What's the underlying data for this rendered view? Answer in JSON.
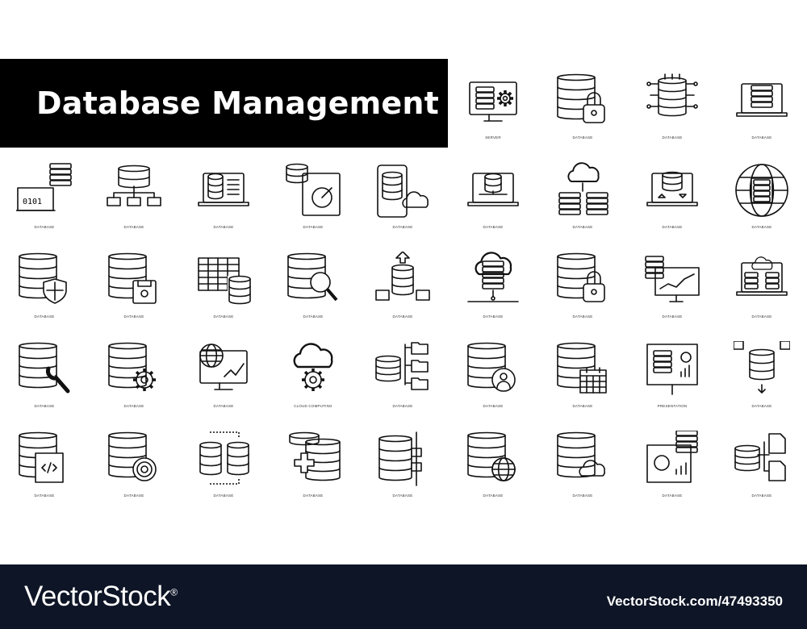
{
  "title": "Database Management",
  "footer": {
    "brand": "VectorStock",
    "registered": "®",
    "image_id": "VectorStock.com/47493350"
  },
  "colors": {
    "title_bg": "#000000",
    "footer_bg": "#0e1526",
    "stroke": "#111111"
  },
  "rows": [
    [
      {
        "label": "SERVER",
        "icon": "server-monitor-gear"
      },
      {
        "label": "DATABASE",
        "icon": "database-lock"
      },
      {
        "label": "DATABASE",
        "icon": "database-circuit"
      },
      {
        "label": "DATABASE",
        "icon": "database-laptop"
      }
    ],
    [
      {
        "label": "DATABASE",
        "icon": "database-binary-laptop"
      },
      {
        "label": "DATABASE",
        "icon": "database-hierarchy"
      },
      {
        "label": "DATABASE",
        "icon": "database-report-laptop"
      },
      {
        "label": "DATABASE",
        "icon": "database-hard-drive"
      },
      {
        "label": "DATABASE",
        "icon": "database-mobile-cloud"
      },
      {
        "label": "DATABASE",
        "icon": "database-network-laptop"
      },
      {
        "label": "DATABASE",
        "icon": "database-cloud-network"
      },
      {
        "label": "DATABASE",
        "icon": "database-sync-laptop"
      },
      {
        "label": "DATABASE",
        "icon": "database-globe"
      }
    ],
    [
      {
        "label": "DATABASE",
        "icon": "database-shield"
      },
      {
        "label": "DATABASE",
        "icon": "database-floppy"
      },
      {
        "label": "DATABASE",
        "icon": "database-table"
      },
      {
        "label": "DATABASE",
        "icon": "database-search"
      },
      {
        "label": "DATABASE",
        "icon": "database-upload"
      },
      {
        "label": "DATABASE",
        "icon": "database-cloud-server"
      },
      {
        "label": "DATABASE",
        "icon": "database-clock"
      },
      {
        "label": "DATABASE",
        "icon": "database-analytics-monitor"
      },
      {
        "label": "DATABASE",
        "icon": "database-cloud-laptop"
      }
    ],
    [
      {
        "label": "DATABASE",
        "icon": "database-wrench"
      },
      {
        "label": "DATABASE",
        "icon": "database-gear"
      },
      {
        "label": "DATABASE",
        "icon": "globe-monitor"
      },
      {
        "label": "CLOUD COMPUTING",
        "icon": "cloud-gear"
      },
      {
        "label": "DATABASE",
        "icon": "database-folders"
      },
      {
        "label": "DATABASE",
        "icon": "database-user"
      },
      {
        "label": "DATABASE",
        "icon": "database-calendar"
      },
      {
        "label": "PRESENTATION",
        "icon": "presentation-board"
      },
      {
        "label": "DATABASE",
        "icon": "database-download"
      }
    ],
    [
      {
        "label": "DATABASE",
        "icon": "database-code"
      },
      {
        "label": "DATABASE",
        "icon": "database-disc"
      },
      {
        "label": "DATABASE",
        "icon": "database-transfer"
      },
      {
        "label": "DATABASE",
        "icon": "database-add"
      },
      {
        "label": "DATABASE",
        "icon": "database-plug"
      },
      {
        "label": "DATABASE",
        "icon": "database-globe-small"
      },
      {
        "label": "DATABASE",
        "icon": "database-cloud"
      },
      {
        "label": "DATABASE",
        "icon": "database-dashboard"
      },
      {
        "label": "DATABASE",
        "icon": "database-files"
      }
    ]
  ]
}
